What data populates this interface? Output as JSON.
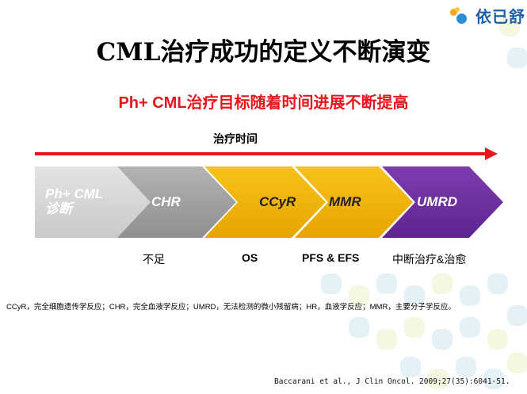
{
  "logo": {
    "text": "依已舒"
  },
  "title": "CML治疗成功的定义不断演变",
  "subtitle": "Ph+ CML治疗目标随着时间进展不断提高",
  "timeline": {
    "label": "治疗时间"
  },
  "stages": [
    {
      "label_line1": "Ph+ CML",
      "label_line2": "诊断",
      "color": "#d9d9d9"
    },
    {
      "label": "CHR",
      "color": "#a6a6a6"
    },
    {
      "label": "CCyR",
      "color": "#f4b400"
    },
    {
      "label": "MMR",
      "color": "#f4b400"
    },
    {
      "label": "UMRD",
      "color": "#7030a0"
    }
  ],
  "outcomes": [
    "不足",
    "OS",
    "PFS & EFS",
    "中断治疗&治愈"
  ],
  "footnote": "CCyR，完全细胞遗传学反应；CHR，完全血液学反应；UMRD，无法检测的微小残留病；HR，血液学反应；MMR，主要分子学反应。",
  "citation": "Baccarani et al., J Clin Oncol. 2009;27(35):6041-51.",
  "colors": {
    "accent_red": "#e8161c",
    "logo_blue": "#1f5fa8"
  }
}
